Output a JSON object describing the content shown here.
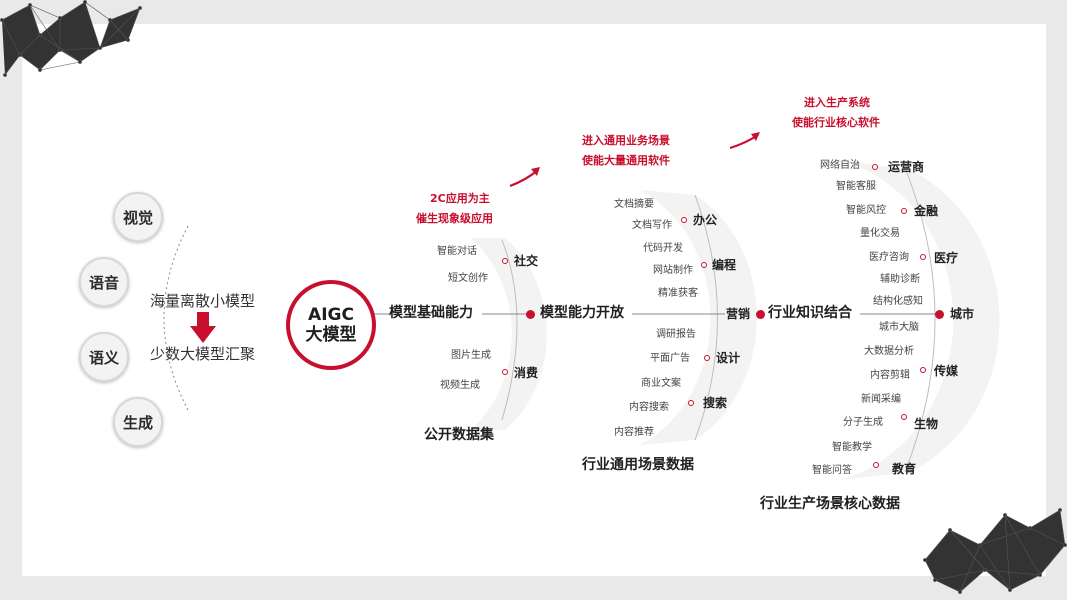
{
  "left_circles": [
    "视觉",
    "语音",
    "语义",
    "生成"
  ],
  "left_text": {
    "top": "海量离散小模型",
    "bottom": "少数大模型汇聚"
  },
  "aigc": {
    "line1": "AIGC",
    "line2": "大模型"
  },
  "stages": {
    "s1": "模型基础能力",
    "s2": "模型能力开放",
    "s3_prefix": "营销",
    "s3": "行业知识结合",
    "s4": "城市"
  },
  "phase_notes": {
    "p1": [
      "2C应用为主",
      "催生现象级应用"
    ],
    "p2": [
      "进入通用业务场景",
      "使能大量通用软件"
    ],
    "p3": [
      "进入生产系统",
      "使能行业核心软件"
    ]
  },
  "group1": {
    "upper_items": [
      "智能对话",
      "短文创作"
    ],
    "upper_cat": "社交",
    "lower_items": [
      "图片生成",
      "视频生成"
    ],
    "lower_cat": "消费",
    "data_label": "公开数据集"
  },
  "group2": {
    "items": [
      "文档摘要",
      "文档写作",
      "代码开发",
      "网站制作",
      "精准获客",
      "调研报告",
      "平面广告",
      "商业文案",
      "内容搜索",
      "内容推荐"
    ],
    "cats": [
      "办公",
      "编程",
      "设计",
      "搜索"
    ],
    "data_label": "行业通用场景数据"
  },
  "group3": {
    "items": [
      "网络自治",
      "智能客服",
      "智能风控",
      "量化交易",
      "医疗咨询",
      "辅助诊断",
      "结构化感知",
      "城市大脑",
      "大数据分析",
      "内容剪辑",
      "新闻采编",
      "分子生成",
      "智能教学",
      "智能问答"
    ],
    "cats": [
      "运营商",
      "金融",
      "医疗",
      "传媒",
      "生物",
      "教育"
    ],
    "data_label": "行业生产场景核心数据"
  },
  "colors": {
    "accent": "#c8102e",
    "text": "#1f1f1f",
    "background": "#e9e9e9",
    "card": "#ffffff"
  }
}
